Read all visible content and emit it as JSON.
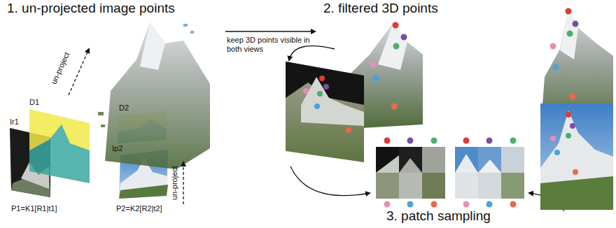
{
  "diagram": {
    "labels": [
      "1. un-projected image points",
      "keep 3D points visible in both views",
      "2. filtered 3D points",
      "D1",
      "un-project",
      "Ir1",
      "D2",
      "Ip2",
      "un-project",
      "P1=K1[R1|t1]",
      "P2=K2[R2|t2]",
      "3. patch sampling"
    ]
  }
}
